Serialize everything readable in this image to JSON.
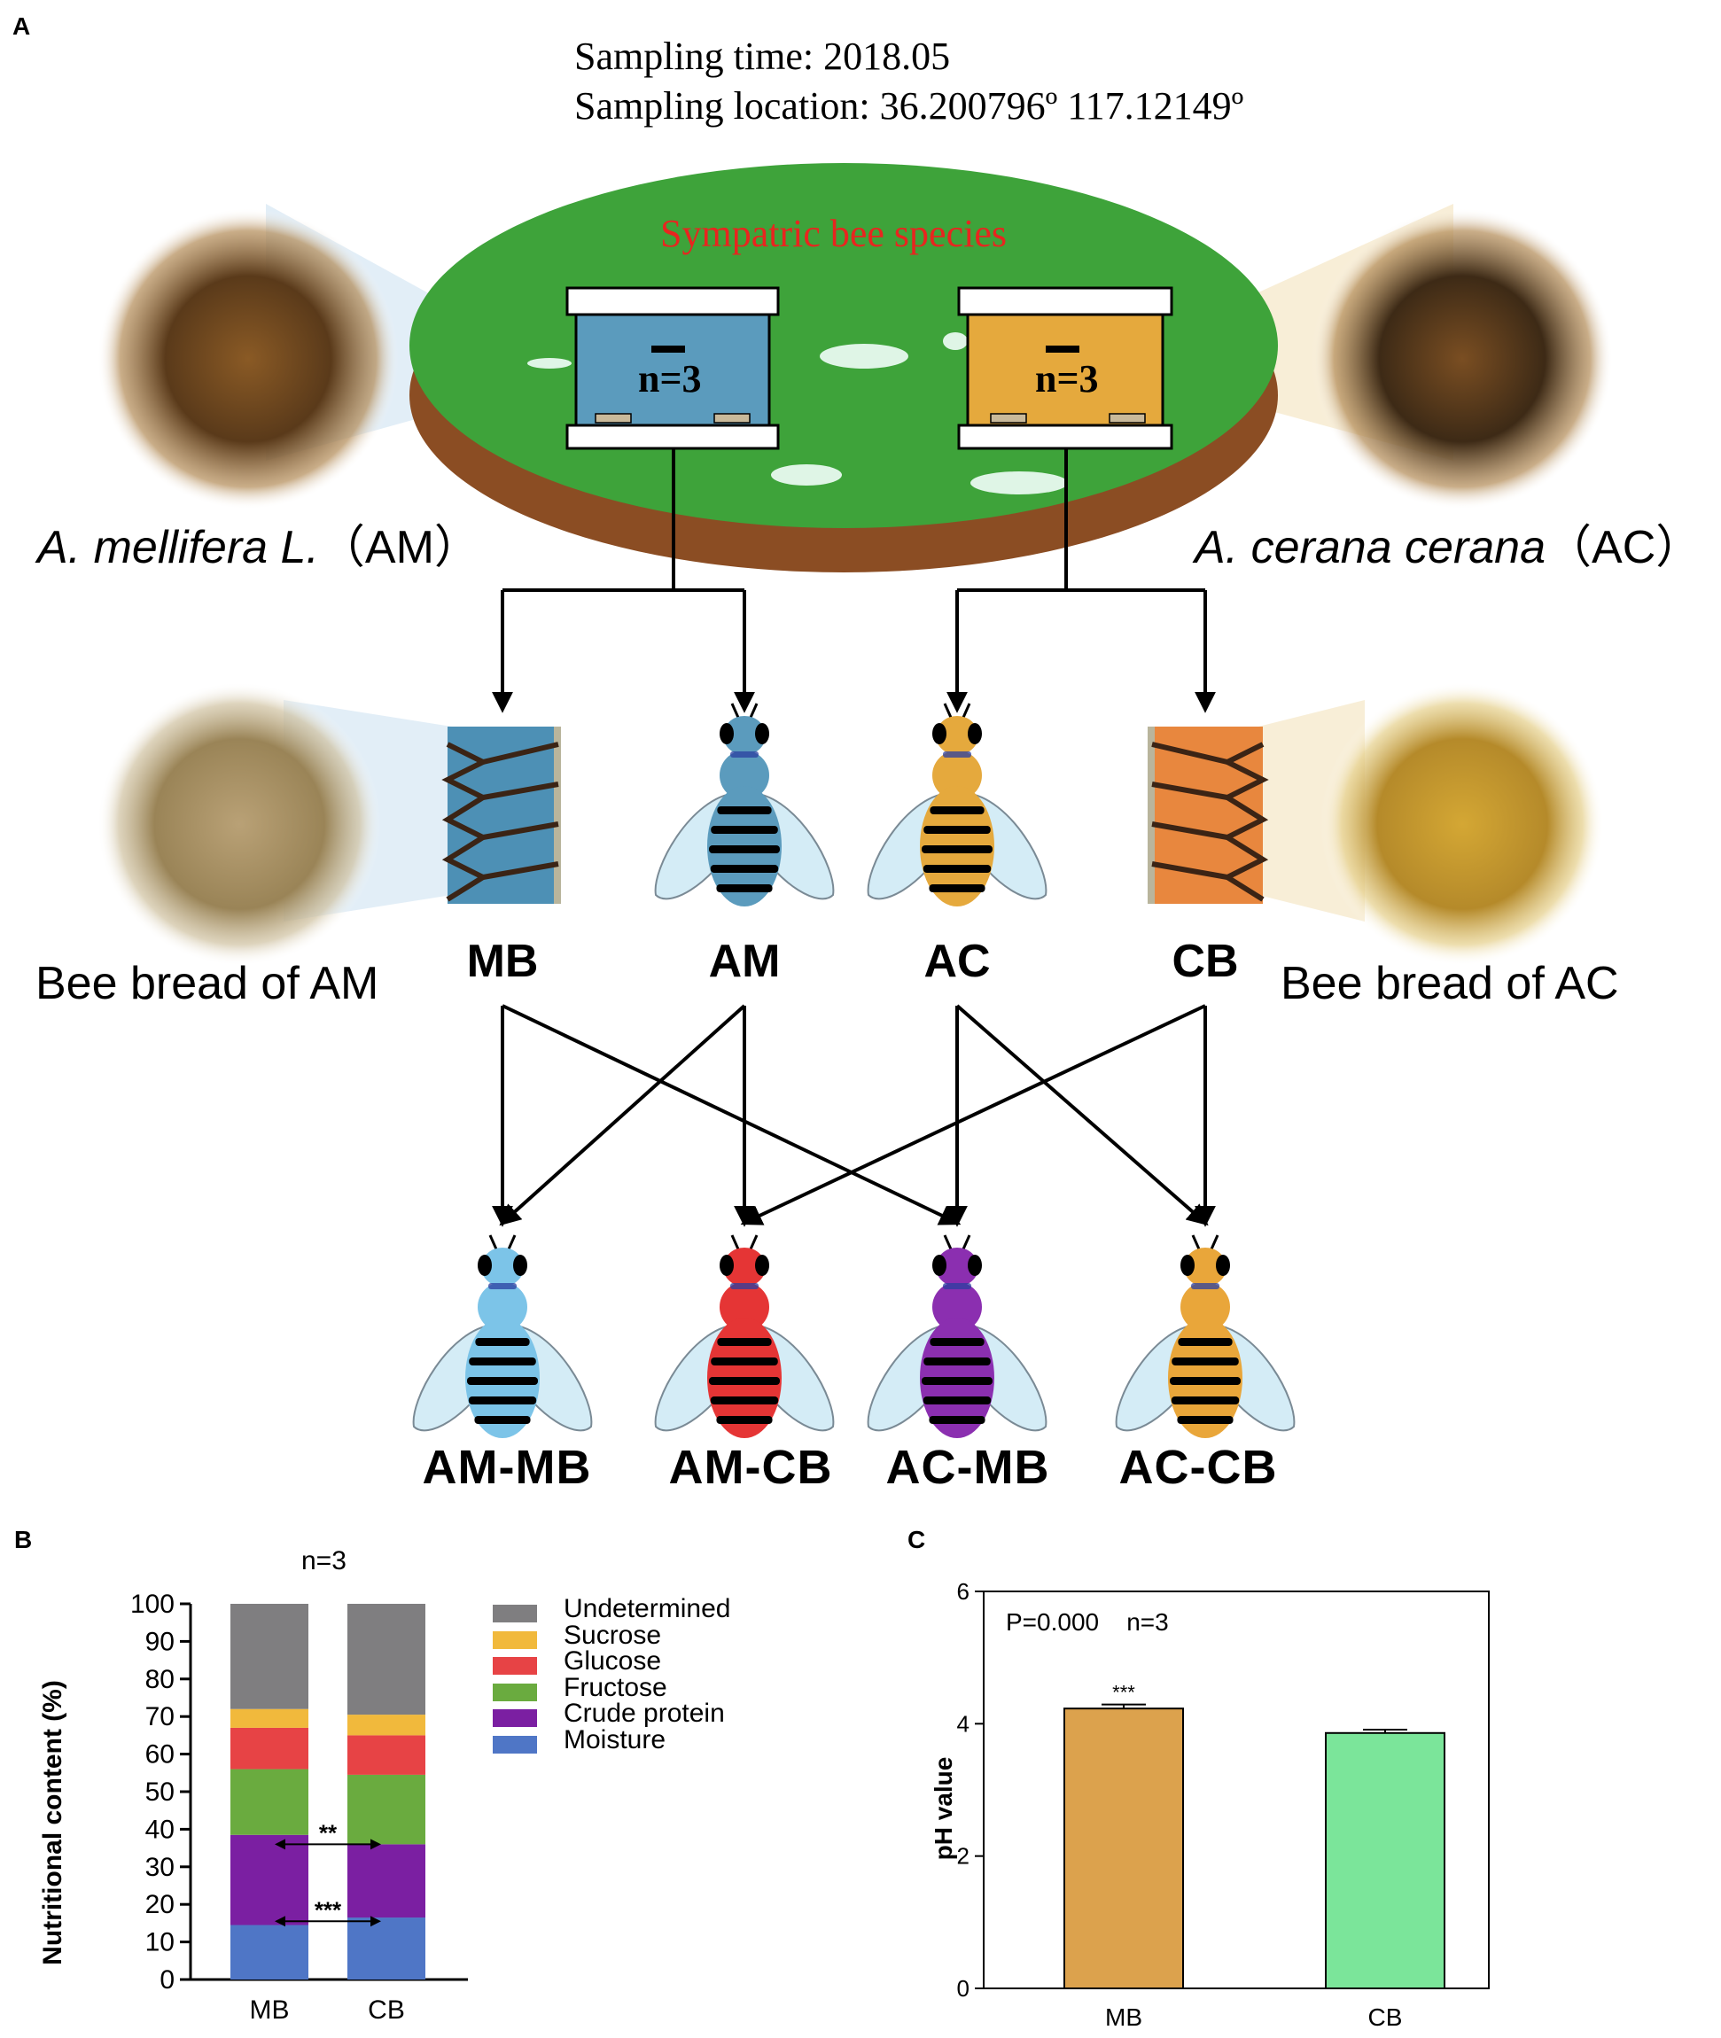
{
  "panel_a": {
    "letter": "A",
    "sampling_time": "Sampling time: 2018.05",
    "sampling_location": "Sampling location: 36.200796º 117.12149º",
    "island_title": "Sympatric bee species",
    "hive_left_n": "n=3",
    "hive_right_n": "n=3",
    "species_left_italic": "A. mellifera L.",
    "species_left_code": "（AM）",
    "species_right_italic": "A. cerana cerana",
    "species_right_code": "（AC）",
    "bread_left": "Bee bread of AM",
    "bread_right": "Bee bread of AC",
    "nodes": [
      "MB",
      "AM",
      "AC",
      "CB"
    ],
    "groups": [
      "AM-MB",
      "AM-CB",
      "AC-MB",
      "AC-CB"
    ],
    "colors": {
      "island_green": "#3ea33a",
      "island_soil": "#8b4d23",
      "am_blue": "#5b9bbd",
      "ac_orange": "#e5a93d",
      "cb_orange": "#e8873e",
      "title_red": "#e8251f",
      "group_blue": "#7cc4e8",
      "group_red": "#e53535",
      "group_purple": "#8b2fb0",
      "group_orange": "#e9a63a"
    }
  },
  "chart_data": [
    {
      "panel": "B",
      "type": "bar",
      "stacked": true,
      "title": "n=3",
      "ylabel": "Nutritional content (%)",
      "xlabel": "",
      "ylim": [
        0,
        100
      ],
      "yticks": [
        0,
        10,
        20,
        30,
        40,
        50,
        60,
        70,
        80,
        90,
        100
      ],
      "categories": [
        "MB",
        "CB"
      ],
      "series": [
        {
          "name": "Moisture",
          "color": "#4f76c6",
          "values": [
            14.5,
            16.5
          ]
        },
        {
          "name": "Crude protein",
          "color": "#7b1fa2",
          "values": [
            24,
            19.5
          ]
        },
        {
          "name": "Fructose",
          "color": "#6aab3f",
          "values": [
            17.5,
            18.5
          ]
        },
        {
          "name": "Glucose",
          "color": "#e74345",
          "values": [
            11,
            10.5
          ]
        },
        {
          "name": "Sucrose",
          "color": "#f1b93c",
          "values": [
            5,
            5.5
          ]
        },
        {
          "name": "Undetermined",
          "color": "#7f7e80",
          "values": [
            28,
            29.5
          ]
        }
      ],
      "legend_order": [
        "Undetermined",
        "Sucrose",
        "Glucose",
        "Fructose",
        "Crude protein",
        "Moisture"
      ],
      "annotations": [
        {
          "text": "**",
          "at_value": 36
        },
        {
          "text": "***",
          "at_value": 15.5
        }
      ]
    },
    {
      "panel": "C",
      "type": "bar",
      "title": "",
      "ylabel": "pH value",
      "xlabel": "",
      "ylim": [
        0,
        6
      ],
      "yticks": [
        0,
        2,
        4,
        6
      ],
      "categories": [
        "MB",
        "CB"
      ],
      "values": [
        4.23,
        3.86
      ],
      "errors": [
        0.06,
        0.05
      ],
      "colors": [
        "#dca24d",
        "#7be59a"
      ],
      "annotation_text": "P=0.000    n=3",
      "significance": [
        "***",
        ""
      ]
    }
  ]
}
